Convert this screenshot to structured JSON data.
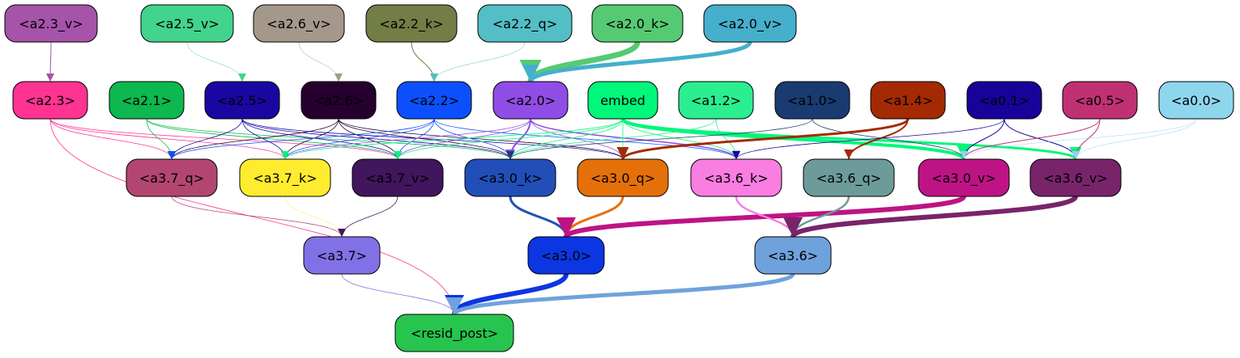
{
  "nodes": [
    {
      "id": "a2_3_v",
      "label": "<a2.3_v>",
      "color": "#a653aa"
    },
    {
      "id": "a2_5_v",
      "label": "<a2.5_v>",
      "color": "#42d48c"
    },
    {
      "id": "a2_6_v",
      "label": "<a2.6_v>",
      "color": "#a4988a"
    },
    {
      "id": "a2_2_k",
      "label": "<a2.2_k>",
      "color": "#737d46"
    },
    {
      "id": "a2_2_q",
      "label": "<a2.2_q>",
      "color": "#53bec6"
    },
    {
      "id": "a2_0_k",
      "label": "<a2.0_k>",
      "color": "#56ca72"
    },
    {
      "id": "a2_0_v",
      "label": "<a2.0_v>",
      "color": "#46afcc"
    },
    {
      "id": "a2_3",
      "label": "<a2.3>",
      "color": "#fe3392"
    },
    {
      "id": "a2_1",
      "label": "<a2.1>",
      "color": "#0cb84f"
    },
    {
      "id": "a2_5",
      "label": "<a2.5>",
      "color": "#1a07a2"
    },
    {
      "id": "a2_6",
      "label": "<a2.6>",
      "color": "#26002f"
    },
    {
      "id": "a2_2",
      "label": "<a2.2>",
      "color": "#0c50fd"
    },
    {
      "id": "a2_0",
      "label": "<a2.0>",
      "color": "#904de6"
    },
    {
      "id": "embed",
      "label": "embed",
      "color": "#00f77a"
    },
    {
      "id": "a1_2",
      "label": "<a1.2>",
      "color": "#2aee8f"
    },
    {
      "id": "a1_0",
      "label": "<a1.0>",
      "color": "#1a3b71"
    },
    {
      "id": "a1_4",
      "label": "<a1.4>",
      "color": "#a42a03"
    },
    {
      "id": "a0_1",
      "label": "<a0.1>",
      "color": "#17039a"
    },
    {
      "id": "a0_5",
      "label": "<a0.5>",
      "color": "#c03173"
    },
    {
      "id": "a0_0",
      "label": "<a0.0>",
      "color": "#8ed5ee"
    },
    {
      "id": "a3_7_q",
      "label": "<a3.7_q>",
      "color": "#b24670"
    },
    {
      "id": "a3_7_k",
      "label": "<a3.7_k>",
      "color": "#ffec2f"
    },
    {
      "id": "a3_7_v",
      "label": "<a3.7_v>",
      "color": "#41165c"
    },
    {
      "id": "a3_0_k",
      "label": "<a3.0_k>",
      "color": "#214fb7"
    },
    {
      "id": "a3_0_q",
      "label": "<a3.0_q>",
      "color": "#e5700a"
    },
    {
      "id": "a3_6_k",
      "label": "<a3.6_k>",
      "color": "#fa7de1"
    },
    {
      "id": "a3_6_q",
      "label": "<a3.6_q>",
      "color": "#6c9b9a"
    },
    {
      "id": "a3_0_v",
      "label": "<a3.0_v>",
      "color": "#be1385"
    },
    {
      "id": "a3_6_v",
      "label": "<a3.6_v>",
      "color": "#78246a"
    },
    {
      "id": "a3_7",
      "label": "<a3.7>",
      "color": "#8271e6"
    },
    {
      "id": "a3_0",
      "label": "<a3.0>",
      "color": "#0b36e2"
    },
    {
      "id": "a3_6",
      "label": "<a3.6>",
      "color": "#6fa2dc"
    },
    {
      "id": "resid_post",
      "label": "<resid_post>",
      "color": "#27c44e"
    }
  ],
  "edges": [
    {
      "from": "a2_3_v",
      "to": "a2_3",
      "weight": 1
    },
    {
      "from": "a2_5_v",
      "to": "a2_5",
      "weight": 0.5
    },
    {
      "from": "a2_6_v",
      "to": "a2_6",
      "weight": 0.5
    },
    {
      "from": "a2_2_k",
      "to": "a2_2",
      "weight": 1
    },
    {
      "from": "a2_2_q",
      "to": "a2_2",
      "weight": 0.5
    },
    {
      "from": "a2_0_k",
      "to": "a2_0",
      "weight": 7
    },
    {
      "from": "a2_0_v",
      "to": "a2_0",
      "weight": 5
    },
    {
      "from": "a2_3",
      "to": "a3_7_q",
      "weight": 0.8
    },
    {
      "from": "a2_3",
      "to": "a3_7_k",
      "weight": 0.8
    },
    {
      "from": "a2_3",
      "to": "a3_7_v",
      "weight": 0.8
    },
    {
      "from": "a2_3",
      "to": "resid_post",
      "weight": 0.8
    },
    {
      "from": "a2_1",
      "to": "a3_7_q",
      "weight": 0.8
    },
    {
      "from": "a2_1",
      "to": "a3_7_v",
      "weight": 0.8
    },
    {
      "from": "a2_1",
      "to": "a3_0_k",
      "weight": 0.8
    },
    {
      "from": "a2_5",
      "to": "a3_7_q",
      "weight": 0.8
    },
    {
      "from": "a2_5",
      "to": "a3_7_k",
      "weight": 0.8
    },
    {
      "from": "a2_5",
      "to": "a3_7_v",
      "weight": 0.8
    },
    {
      "from": "a2_5",
      "to": "a3_0_k",
      "weight": 0.8
    },
    {
      "from": "a2_5",
      "to": "a3_0_q",
      "weight": 0.8
    },
    {
      "from": "a2_6",
      "to": "a3_7_q",
      "weight": 0.8
    },
    {
      "from": "a2_6",
      "to": "a3_7_k",
      "weight": 0.8
    },
    {
      "from": "a2_6",
      "to": "a3_7_v",
      "weight": 0.8
    },
    {
      "from": "a2_6",
      "to": "a3_0_k",
      "weight": 0.8
    },
    {
      "from": "a2_6",
      "to": "a3_0_q",
      "weight": 0.8
    },
    {
      "from": "a2_2",
      "to": "a3_7_q",
      "weight": 0.8
    },
    {
      "from": "a2_2",
      "to": "a3_7_k",
      "weight": 0.8
    },
    {
      "from": "a2_2",
      "to": "a3_7_v",
      "weight": 0.8
    },
    {
      "from": "a2_2",
      "to": "a3_0_k",
      "weight": 0.8
    },
    {
      "from": "a2_2",
      "to": "a3_6_k",
      "weight": 0.8
    },
    {
      "from": "a2_0",
      "to": "a3_7_k",
      "weight": 0.8
    },
    {
      "from": "a2_0",
      "to": "a3_7_v",
      "weight": 0.8
    },
    {
      "from": "a2_0",
      "to": "a3_0_k",
      "weight": 2
    },
    {
      "from": "a2_0",
      "to": "a3_0_q",
      "weight": 0.8
    },
    {
      "from": "a2_0",
      "to": "a3_6_k",
      "weight": 1.5
    },
    {
      "from": "embed",
      "to": "a3_7_k",
      "weight": 0.8
    },
    {
      "from": "embed",
      "to": "a3_7_v",
      "weight": 0.8
    },
    {
      "from": "embed",
      "to": "a3_0_k",
      "weight": 0.8
    },
    {
      "from": "embed",
      "to": "a3_0_q",
      "weight": 0.8
    },
    {
      "from": "embed",
      "to": "a3_6_k",
      "weight": 0.8
    },
    {
      "from": "embed",
      "to": "a3_0_v",
      "weight": 4
    },
    {
      "from": "embed",
      "to": "a3_6_v",
      "weight": 3
    },
    {
      "from": "a1_2",
      "to": "a3_0_k",
      "weight": 0.8
    },
    {
      "from": "a1_2",
      "to": "a3_6_k",
      "weight": 0.8
    },
    {
      "from": "a1_0",
      "to": "a3_0_v",
      "weight": 0.8
    },
    {
      "from": "a1_0",
      "to": "a3_0_k",
      "weight": 0.8
    },
    {
      "from": "a1_4",
      "to": "a3_0_q",
      "weight": 3
    },
    {
      "from": "a1_4",
      "to": "a3_6_q",
      "weight": 2
    },
    {
      "from": "a0_1",
      "to": "a3_0_v",
      "weight": 1
    },
    {
      "from": "a0_1",
      "to": "a3_6_v",
      "weight": 1
    },
    {
      "from": "a0_1",
      "to": "a3_6_k",
      "weight": 0.8
    },
    {
      "from": "a0_5",
      "to": "a3_0_v",
      "weight": 1
    },
    {
      "from": "a0_5",
      "to": "a3_6_v",
      "weight": 1
    },
    {
      "from": "a0_0",
      "to": "a3_6_v",
      "weight": 0.5
    },
    {
      "from": "a0_0",
      "to": "a3_0_v",
      "weight": 0.5
    },
    {
      "from": "a3_7_q",
      "to": "a3_7",
      "weight": 0.8
    },
    {
      "from": "a3_7_k",
      "to": "a3_7",
      "weight": 0.5
    },
    {
      "from": "a3_7_v",
      "to": "a3_7",
      "weight": 0.8
    },
    {
      "from": "a3_0_k",
      "to": "a3_0",
      "weight": 3
    },
    {
      "from": "a3_0_q",
      "to": "a3_0",
      "weight": 3
    },
    {
      "from": "a3_0_v",
      "to": "a3_0",
      "weight": 6
    },
    {
      "from": "a3_6_k",
      "to": "a3_6",
      "weight": 2.5
    },
    {
      "from": "a3_6_q",
      "to": "a3_6",
      "weight": 2.5
    },
    {
      "from": "a3_6_v",
      "to": "a3_6",
      "weight": 6
    },
    {
      "from": "a3_7",
      "to": "resid_post",
      "weight": 0.8
    },
    {
      "from": "a3_0",
      "to": "resid_post",
      "weight": 6
    },
    {
      "from": "a3_6",
      "to": "resid_post",
      "weight": 5
    }
  ]
}
